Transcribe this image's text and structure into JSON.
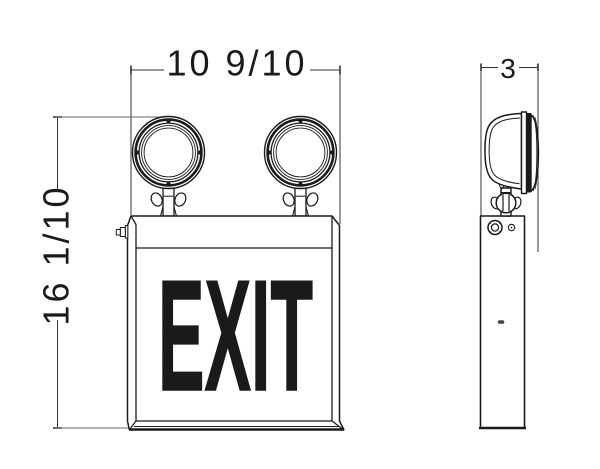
{
  "drawing": {
    "front_view": {
      "width_dim": "10 9/10",
      "height_dim": "16 1/10",
      "sign_text": "EXIT"
    },
    "side_view": {
      "depth_dim": "3"
    },
    "colors": {
      "outline": "#1a1a1a",
      "dimension": "#333333",
      "extension": "#666666",
      "background": "#ffffff"
    }
  }
}
